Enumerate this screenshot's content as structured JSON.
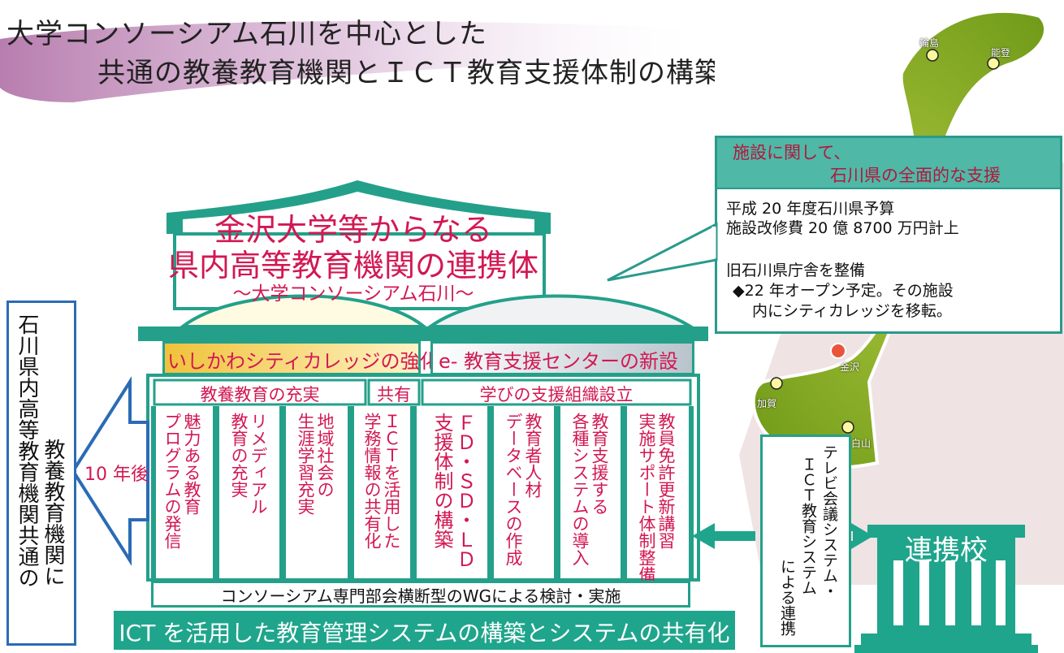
{
  "title": {
    "line1": "大学コンソーシアム石川を中心とした",
    "line2": "共通の教養教育機関とＩＣＴ教育支援体制の構築"
  },
  "map": {
    "cities": [
      "輪島",
      "能登",
      "金沢",
      "加賀",
      "白山"
    ]
  },
  "callout": {
    "head_line1": "施設に関して、",
    "head_line2": "石川県の全面的な支援",
    "body_line1": "平成 20 年度石川県予算",
    "body_line2": "施設改修費 20 億 8700 万円計上",
    "body_line3": "旧石川県庁舎を整備",
    "body_line4": "◆22 年オープン予定。その施設",
    "body_line5": "内にシティカレッジを移転。"
  },
  "consortium": {
    "title_line1": "金沢大学等からなる",
    "title_line2": "県内高等教育機関の連携体",
    "subtitle": "～大学コンソーシアム石川～"
  },
  "banners": {
    "left": "いしかわシティカレッジの強化",
    "right": "e- 教育支援センターの新設"
  },
  "sections": {
    "liberal": "教養教育の充実",
    "shared": "共有",
    "support": "学びの支援組織設立"
  },
  "columns": [
    [
      "魅力ある教育",
      "プログラムの発信"
    ],
    [
      "リメディアル",
      "教育の充実"
    ],
    [
      "地域社会の",
      "生涯学習充実"
    ],
    [
      "ＩＣＴを活用した",
      "学務情報の共有化"
    ],
    [
      "ＦＤ・ＳＤ・ＬＤ",
      "支援体制の構築"
    ],
    [
      "教育者人材",
      "データベースの作成"
    ],
    [
      "教育支援する",
      "各種システムの導入"
    ],
    [
      "教員免許更新講習",
      "実施サポート体制整備"
    ]
  ],
  "wg_bar": "コンソーシアム専門部会横断型のWGによる検討・実施",
  "ict_bar": "ICT を活用した教育管理システムの構築とシステムの共有化",
  "left_box": {
    "col1": "石川県内高等教育機関共通の",
    "col2": "教養教育機関に"
  },
  "arrow_label": "10 年後",
  "tv_box": {
    "col1": "テレビ会議システム・",
    "col2": "ＩＣＴ教育システム",
    "col3": "による連携"
  },
  "school": "連携校",
  "colors": {
    "teal": "#24a08a",
    "crimson": "#d21853",
    "blue": "#2b6bb5",
    "map_green": "#8bb82a"
  }
}
